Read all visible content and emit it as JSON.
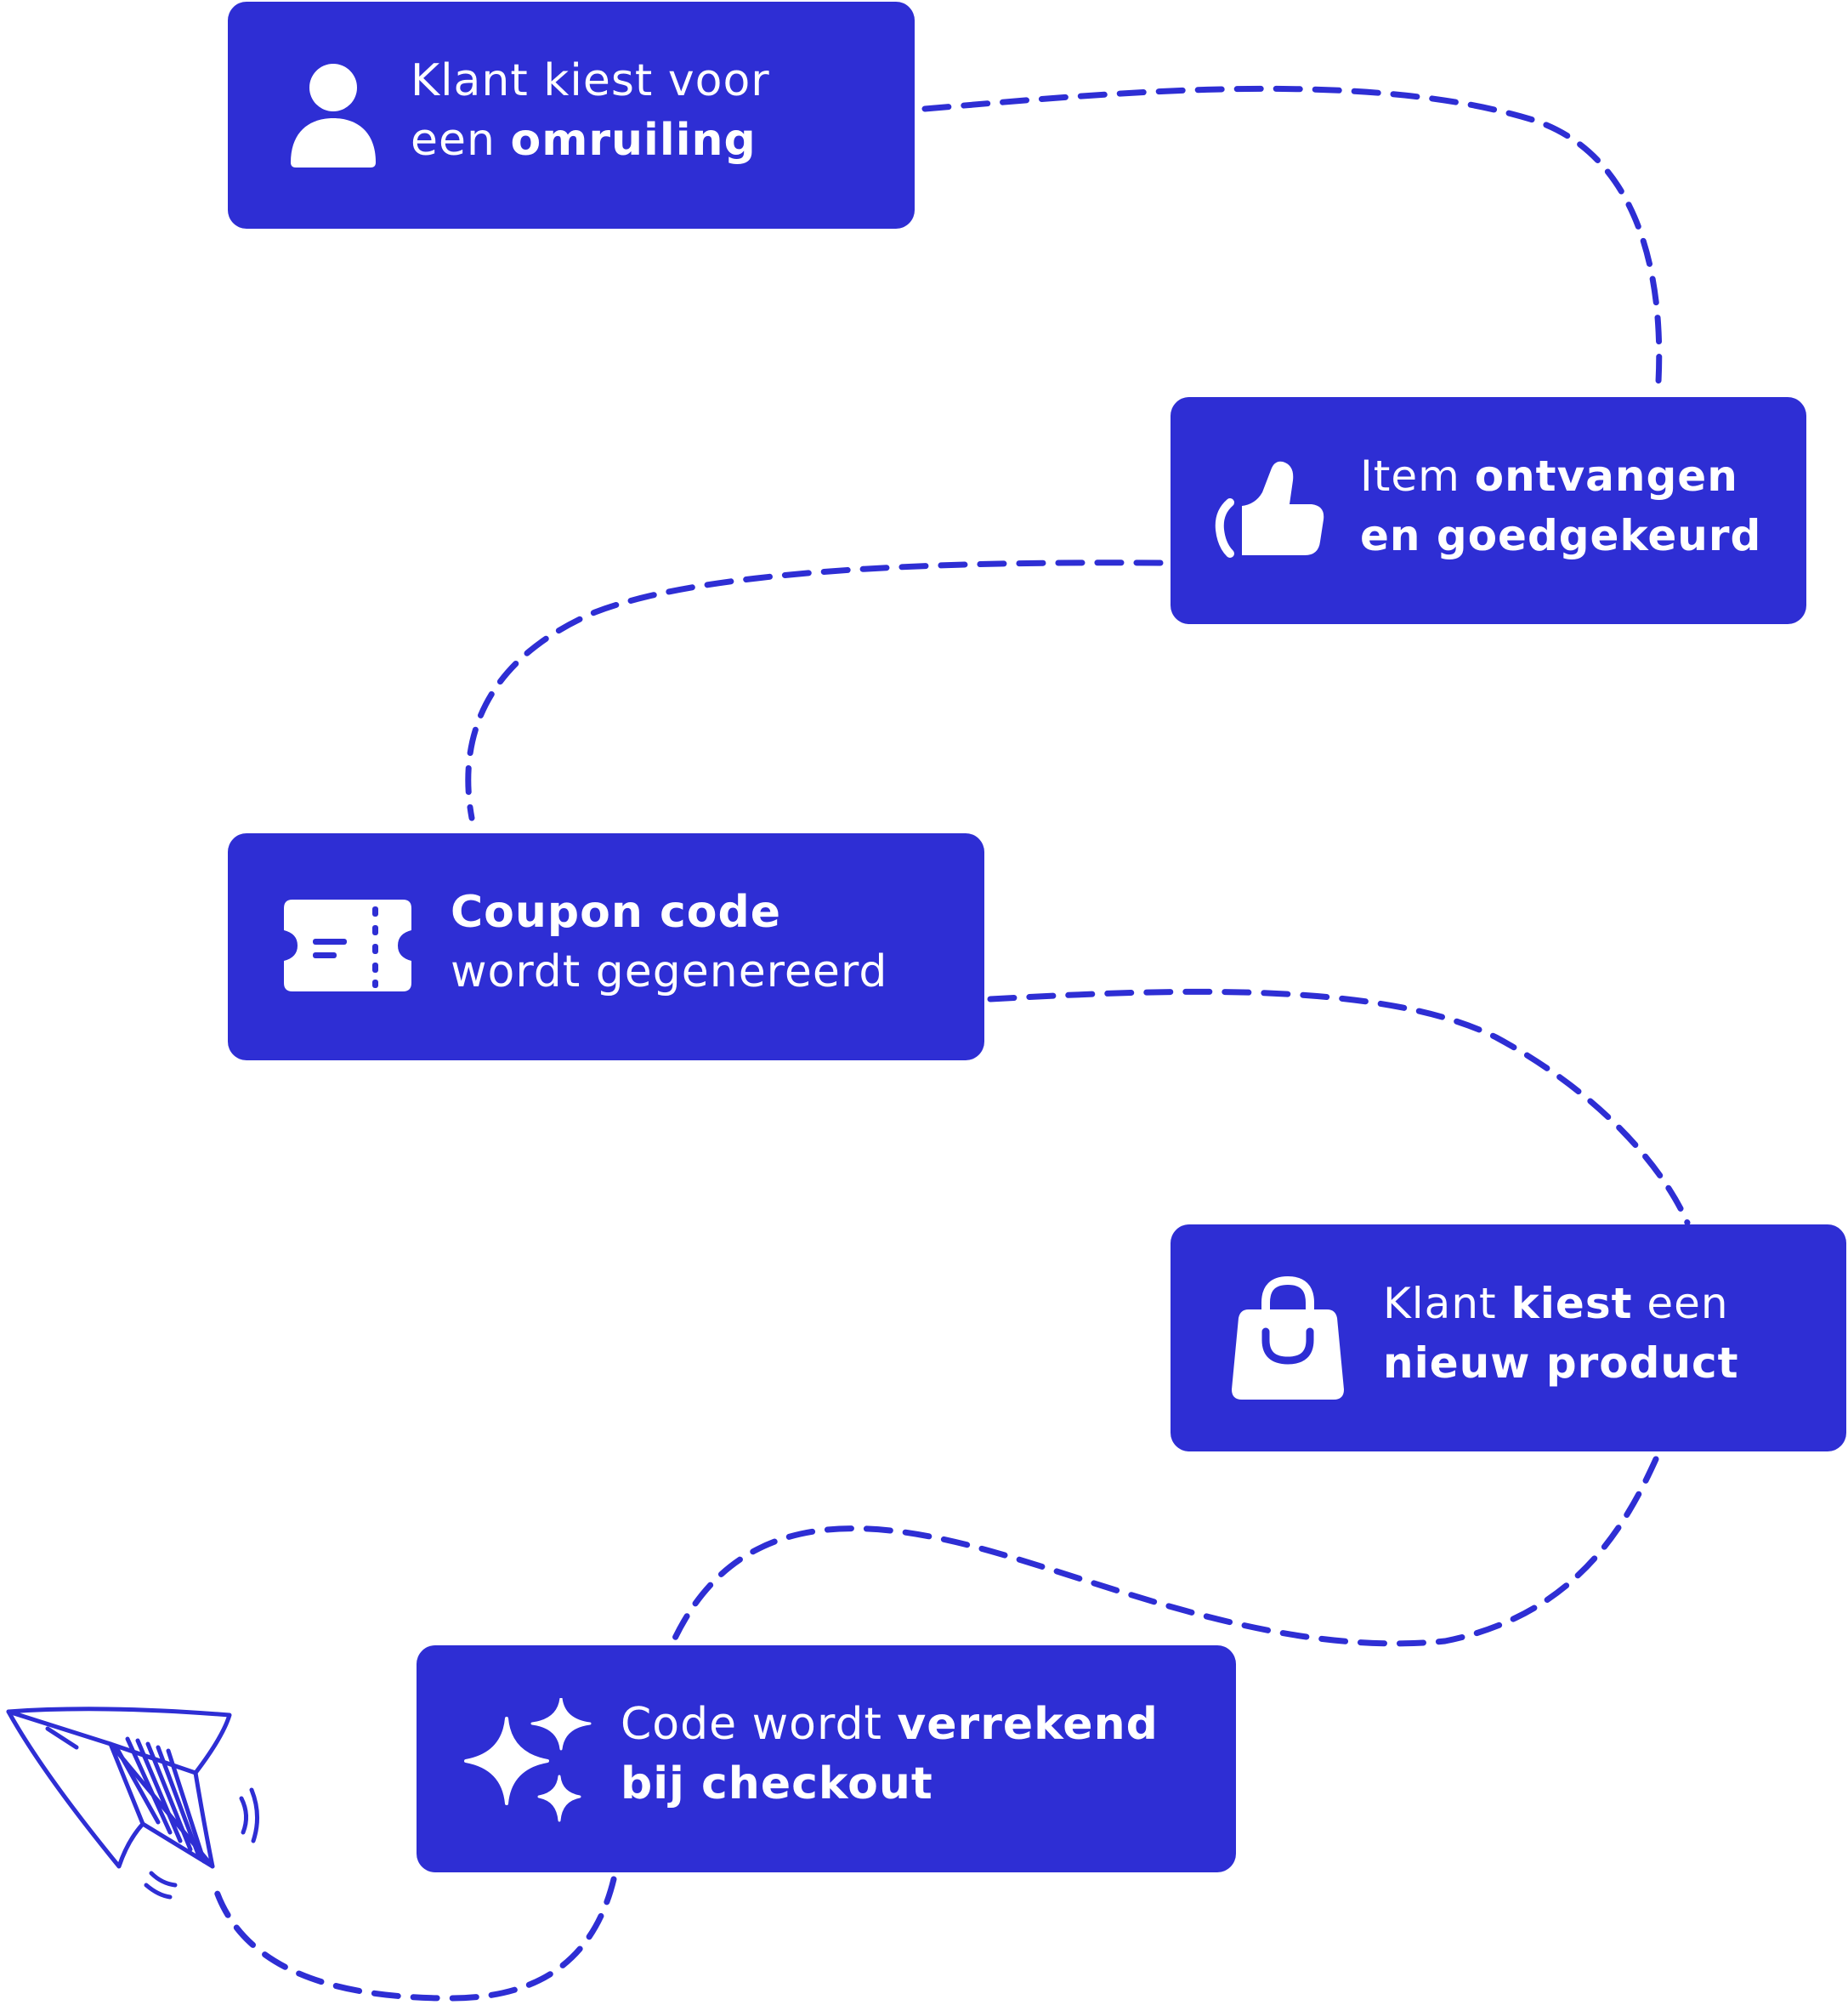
{
  "colors": {
    "accent": "#2e2ed4",
    "text_on_accent": "#ffffff",
    "background": "#ffffff"
  },
  "steps": [
    {
      "icon": "user-icon",
      "line1": [
        {
          "text": "Klant kiest voor",
          "bold": false
        }
      ],
      "line2": [
        {
          "text": "een ",
          "bold": false
        },
        {
          "text": "omruiling",
          "bold": true
        }
      ]
    },
    {
      "icon": "thumbs-up-icon",
      "line1": [
        {
          "text": "Item ",
          "bold": false
        },
        {
          "text": "ontvangen",
          "bold": true
        }
      ],
      "line2": [
        {
          "text": "en goedgekeurd",
          "bold": true
        }
      ]
    },
    {
      "icon": "ticket-icon",
      "line1": [
        {
          "text": "Coupon code",
          "bold": true
        }
      ],
      "line2": [
        {
          "text": "wordt gegenereerd",
          "bold": false
        }
      ]
    },
    {
      "icon": "shopping-bag-icon",
      "line1": [
        {
          "text": "Klant ",
          "bold": false
        },
        {
          "text": "kiest",
          "bold": true
        },
        {
          "text": " een",
          "bold": false
        }
      ],
      "line2": [
        {
          "text": "nieuw product",
          "bold": true
        }
      ]
    },
    {
      "icon": "sparkles-icon",
      "line1": [
        {
          "text": "Code wordt ",
          "bold": false
        },
        {
          "text": "verrekend",
          "bold": true
        }
      ],
      "line2": [
        {
          "text": "bij checkout",
          "bold": true
        }
      ]
    }
  ],
  "decoration": {
    "icon": "paper-plane-icon"
  }
}
